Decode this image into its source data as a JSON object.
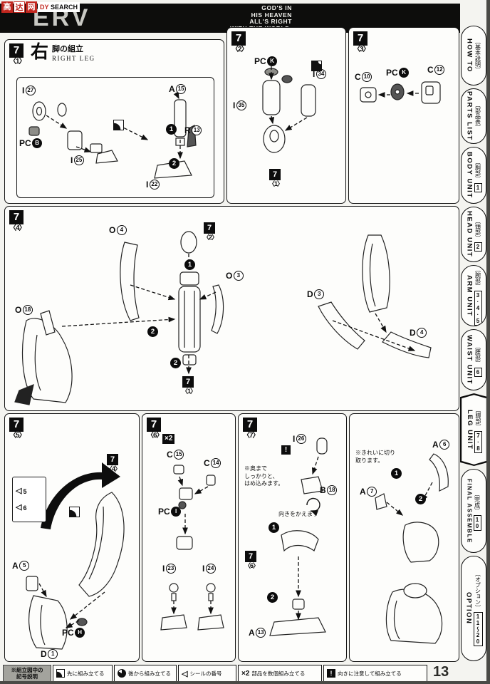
{
  "watermark": {
    "sq1": "高",
    "sq2": "达",
    "sq3": "网",
    "dy": "DY",
    "search": "SEARCH"
  },
  "header": {
    "logo": "ERV",
    "motto_lines": [
      "GOD'S IN",
      "HIS HEAVEN",
      "ALL'S RIGHT",
      "WITH THE WORLD."
    ]
  },
  "page_number": "13",
  "sidebar": {
    "tabs": [
      {
        "jp": "〔基本説明〕",
        "nums": "",
        "en": "HOW TO"
      },
      {
        "jp": "〔部品表〕",
        "nums": "",
        "en": "PARTS LIST"
      },
      {
        "jp": "〔胴部〕",
        "nums": "1",
        "en": "BODY UNIT"
      },
      {
        "jp": "〔頭部〕",
        "nums": "2",
        "en": "HEAD UNIT"
      },
      {
        "jp": "〔腕部〕",
        "nums": "3·4·5",
        "en": "ARM UNIT"
      },
      {
        "jp": "〔腰部〕",
        "nums": "6",
        "en": "WAIST UNIT"
      },
      {
        "jp": "〔脚部〕",
        "nums": "7·8",
        "en": "LEG UNIT"
      },
      {
        "jp": "〔完成〕",
        "nums": "10",
        "en": "FINAL ASSEMBLE"
      },
      {
        "jp": "〔オプション〕",
        "nums": "11〜20",
        "en": "OPTION"
      }
    ]
  },
  "steps": {
    "s1": {
      "num": "7",
      "sub": "〈1〉",
      "kanji": "右",
      "title_jp": "脚の組立",
      "title_en": "RIGHT LEG",
      "labels": [
        {
          "r": "I",
          "n": "27"
        },
        {
          "r": "PC",
          "n": "B"
        },
        {
          "r": "I",
          "n": "25"
        },
        {
          "r": "A",
          "n": "15"
        },
        {
          "r": "R",
          "n": "13"
        },
        {
          "r": "I",
          "n": "22"
        }
      ],
      "ops": [
        "1",
        "2"
      ]
    },
    "s2": {
      "num": "7",
      "sub": "〈2〉",
      "labels": [
        {
          "r": "PC",
          "n": "K"
        },
        {
          "r": "I",
          "n": "34"
        },
        {
          "r": "I",
          "n": "35"
        }
      ],
      "ref": {
        "num": "7",
        "sub": "〈1〉"
      }
    },
    "s3": {
      "num": "7",
      "sub": "〈3〉",
      "labels": [
        {
          "r": "C",
          "n": "10"
        },
        {
          "r": "PC",
          "n": "K"
        },
        {
          "r": "C",
          "n": "12"
        }
      ]
    },
    "s4": {
      "num": "7",
      "sub": "〈4〉",
      "labels": [
        {
          "r": "O",
          "n": "4"
        },
        {
          "r": "O",
          "n": "3"
        },
        {
          "r": "O",
          "n": "18"
        },
        {
          "r": "D",
          "n": "3"
        },
        {
          "r": "D",
          "n": "4"
        }
      ],
      "ref_top": {
        "num": "7",
        "sub": "〈2〉"
      },
      "ref_bottom": {
        "num": "7",
        "sub": "〈1〉"
      },
      "ops": [
        "1",
        "2",
        "2"
      ]
    },
    "s5": {
      "num": "7",
      "sub": "〈5〉",
      "labels": [
        {
          "r": "A",
          "n": "5"
        },
        {
          "r": "PC",
          "n": "H"
        },
        {
          "r": "D",
          "n": "1"
        }
      ],
      "ref": {
        "num": "7",
        "sub": "〈4〉"
      },
      "stickers": [
        "5",
        "6"
      ]
    },
    "s6": {
      "num": "7",
      "sub": "〈6〉",
      "mult": "×2",
      "labels": [
        {
          "r": "C",
          "n": "15"
        },
        {
          "r": "C",
          "n": "14"
        },
        {
          "r": "PC",
          "n": "I"
        },
        {
          "r": "I",
          "n": "23"
        },
        {
          "r": "I",
          "n": "24"
        }
      ]
    },
    "s7": {
      "num": "7",
      "sub": "〈7〉",
      "warn": "!",
      "labels": [
        {
          "r": "I",
          "n": "26"
        },
        {
          "r": "B",
          "n": "18"
        },
        {
          "r": "A",
          "n": "13"
        }
      ],
      "note1": "※奥まで\nしっかりと、\nはめ込みます。",
      "note2": "向きをかえます",
      "ref": {
        "num": "7",
        "sub": "〈6〉"
      },
      "ops": [
        "1",
        "2"
      ]
    },
    "s7b": {
      "labels": [
        {
          "r": "A",
          "n": "7"
        },
        {
          "r": "A",
          "n": "6"
        }
      ],
      "note": "※きれいに切り\n取ります。",
      "ops": [
        "1",
        "2"
      ]
    }
  },
  "legend": {
    "title": "※組立図中の\n記号説明",
    "items": [
      {
        "icon": "",
        "text": "先に組み立てる"
      },
      {
        "icon": "",
        "text": "後から組み立てる"
      },
      {
        "icon": "◁",
        "text": "シールの番号"
      },
      {
        "icon": "×2",
        "text": "部品を数個組み立てる"
      },
      {
        "icon": "!",
        "text": "向きに注意して組み立てる"
      }
    ]
  }
}
